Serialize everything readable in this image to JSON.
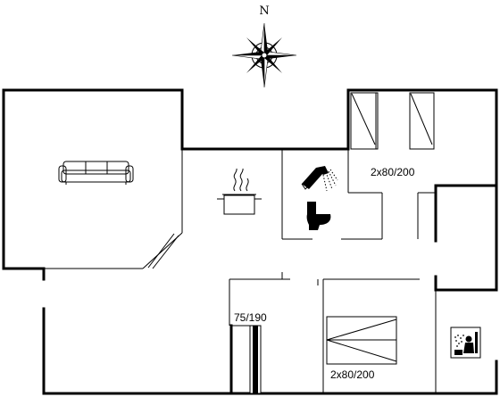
{
  "compass": {
    "north_label": "N"
  },
  "rooms": {
    "bedroom_upper_beds": "2x80/200",
    "bedroom_lower_beds": "2x80/200",
    "bedroom_small_bed": "75/190"
  },
  "icons": [
    "compass-rose-icon",
    "sofa-icon",
    "cooking-pot-icon",
    "shower-icon",
    "toilet-icon",
    "sauna-icon"
  ]
}
